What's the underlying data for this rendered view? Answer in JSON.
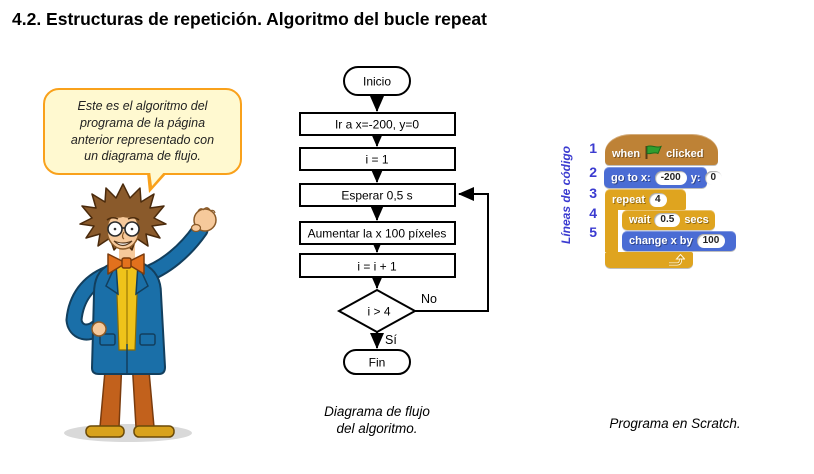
{
  "page": {
    "title": "4.2. Estructuras de repetición. Algoritmo del bucle repeat"
  },
  "speech_bubble": {
    "text": "Este es el algoritmo del\nprograma de la página\nanterior representado con\nun diagrama de flujo.",
    "fill_color": "#FFF9D0",
    "border_color": "#F9A11B"
  },
  "flowchart": {
    "caption": "Diagrama de flujo\ndel algoritmo.",
    "start": "Inicio",
    "steps": [
      "Ir a x=-200, y=0",
      "i = 1",
      "Esperar 0,5 s",
      "Aumentar la x 100 píxeles",
      "i = i + 1"
    ],
    "decision": "i > 4",
    "branch_no": "No",
    "branch_yes": "Sí",
    "end": "Fin"
  },
  "scratch": {
    "caption": "Programa en Scratch.",
    "lines_label": "Líneas de código",
    "line_numbers": [
      "1",
      "2",
      "3",
      "4",
      "5"
    ],
    "hat_block": {
      "prefix": "when",
      "flag_icon": "green-flag",
      "suffix": "clicked"
    },
    "goto_block": {
      "label_x": "go to x:",
      "x_value": "-200",
      "label_y": "y:",
      "y_value": "0"
    },
    "repeat_block": {
      "label": "repeat",
      "count": "4"
    },
    "wait_block": {
      "label": "wait",
      "value": "0.5",
      "suffix": "secs"
    },
    "change_block": {
      "label": "change x by",
      "value": "100"
    },
    "colors": {
      "hat_brown": "#be8236",
      "motion_blue": "#4a6cd4",
      "control_gold": "#dfa41f",
      "line_number_blue": "#3b3bd0"
    }
  }
}
